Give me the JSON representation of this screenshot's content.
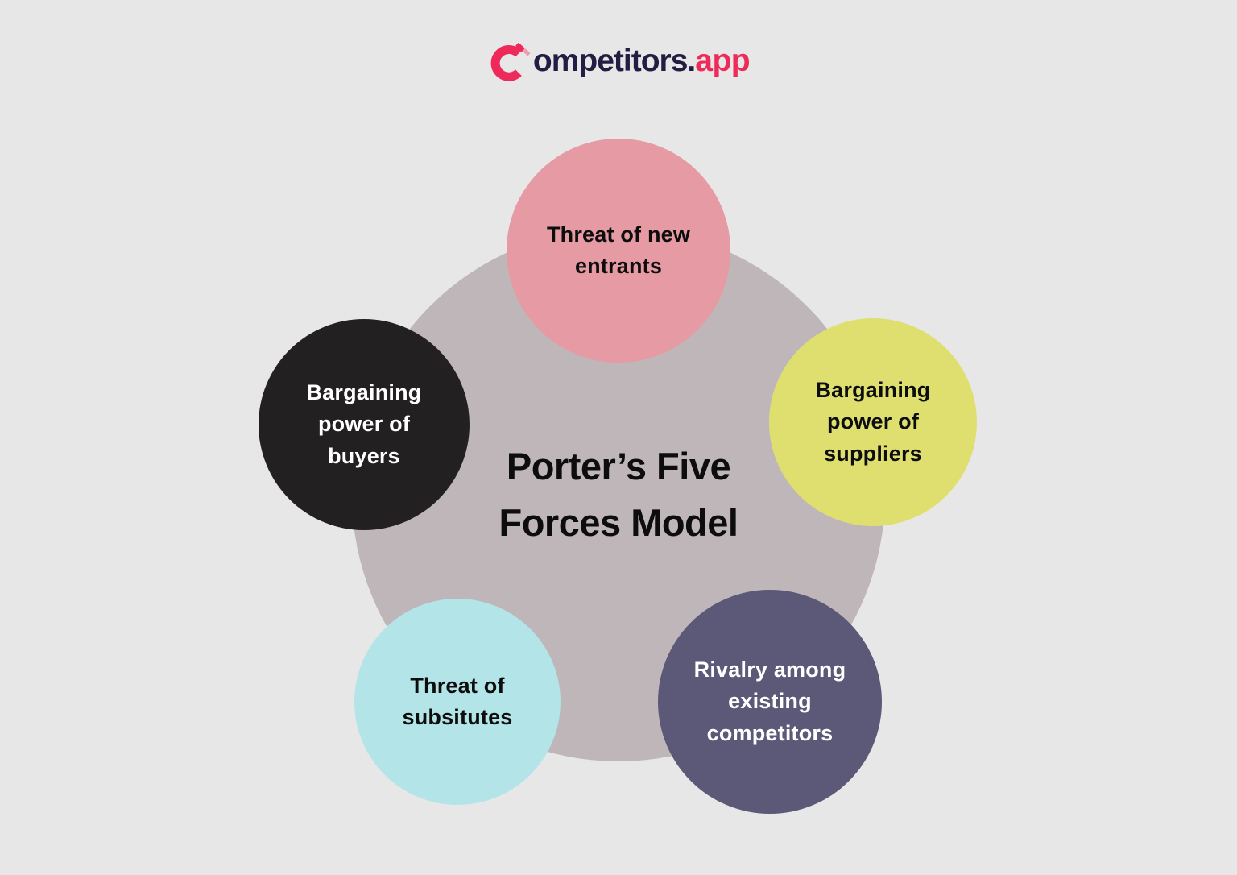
{
  "page": {
    "background": "#e8e7e8"
  },
  "logo": {
    "icon": "competitors-c-mark",
    "brand": "ompetitors",
    "dot": ".",
    "suffix": "app",
    "brand_text_color": "#231d44",
    "accent_color": "#ee2a5b",
    "accent_light_color": "#f09ab4"
  },
  "diagram": {
    "title": "Porter’s Five\nForces Model",
    "title_color": "#0d0d0d",
    "center_circle_color": "#bfb6b9",
    "forces": [
      {
        "label": "Threat of new\nentrants",
        "color": "#e59aa4",
        "text_color": "#0d0d0d",
        "position": "top"
      },
      {
        "label": "Bargaining\npower of\nsuppliers",
        "color": "#dfdf70",
        "text_color": "#0d0d0d",
        "position": "right"
      },
      {
        "label": "Rivalry among\nexisting\ncompetitors",
        "color": "#5c5878",
        "text_color": "#ffffff",
        "position": "bottom-right"
      },
      {
        "label": "Threat of\nsubsitutes",
        "color": "#b2e4e8",
        "text_color": "#0d0d0d",
        "position": "bottom-left"
      },
      {
        "label": "Bargaining\npower of\nbuyers",
        "color": "#232021",
        "text_color": "#ffffff",
        "position": "left"
      }
    ]
  }
}
